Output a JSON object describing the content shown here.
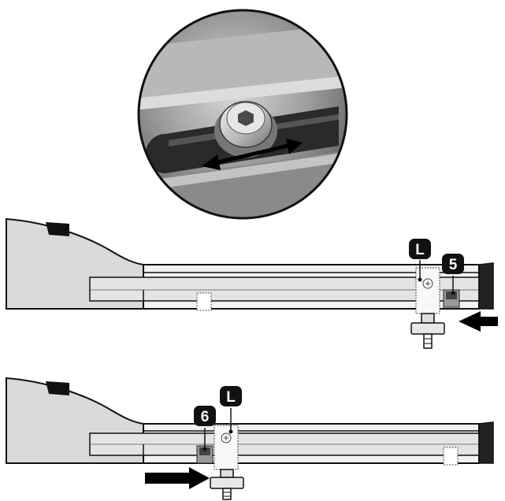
{
  "figure": {
    "callouts": {
      "top_lock": "L",
      "top_stop": "5",
      "bottom_lock": "L",
      "bottom_stop": "6"
    },
    "icons": {
      "detail_view": "magnified-screw-slot-icon",
      "adjust_arrow": "double-headed-arrow-icon",
      "push_arrow": "right-arrow-icon"
    },
    "colors": {
      "outline": "#111111",
      "rail_fill": "#e8e8e8",
      "badge_fill": "#111111",
      "badge_text": "#ffffff"
    }
  }
}
